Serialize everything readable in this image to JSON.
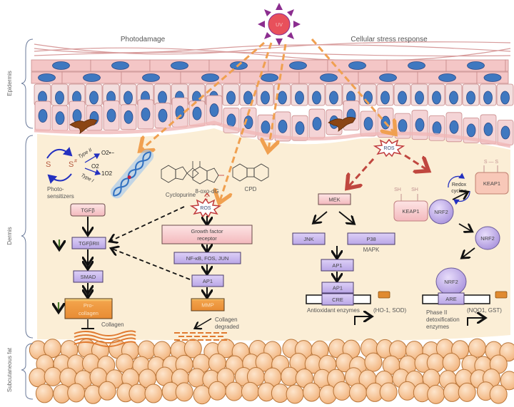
{
  "headers": {
    "left": "Photodamage",
    "right": "Cellular stress response"
  },
  "uv": {
    "label": "UV"
  },
  "layers": {
    "epidermis": "Epidermis",
    "dermis": "Dermis",
    "fat": "Subcutaneous fat"
  },
  "photodamage": {
    "s_label": "S",
    "s_star_label": "S",
    "s_star_mark": "#",
    "type2": "Type II",
    "type1": "Type I",
    "o2_mid": "O2",
    "superoxide": "O2•−",
    "singlet_oxygen": "1O2",
    "photosensitizers_1": "Photo-",
    "photosensitizers_2": "sensitizers",
    "lesions": [
      "Cyclopurine",
      "8-oxo-dG",
      "CPD"
    ],
    "ros": "ROS",
    "left_pathway": {
      "tgfb": "TGFβ",
      "tgfbrii": "TGFβRII",
      "smad": "SMAD",
      "procollagen_1": "Pro-",
      "procollagen_2": "collagen",
      "collagen": "Collagen"
    },
    "right_pathway": {
      "gfr_1": "Growth factor",
      "gfr_2": "receptor",
      "tf": "NF-κB, FOS, JUN",
      "ap1": "AP1",
      "mmp": "MMP",
      "degraded_1": "Collagen",
      "degraded_2": "degraded"
    }
  },
  "stress": {
    "ros": "ROS",
    "mek": "MEK",
    "jnk": "JNK",
    "p38": "P38",
    "mapk": "MAPK",
    "ap1_a": "AP1",
    "ap1_b": "AP1",
    "cre": "CRE",
    "antioxidant": "Antioxidant enzymes",
    "antioxidant_genes": "(HO-1, SOD)",
    "sh1": "SH",
    "sh2": "SH",
    "keap1_reduced": "KEAP1",
    "keap1_oxidized": "KEAP1",
    "disulfide": "S — S",
    "redox_1": "Redox",
    "redox_2": "cycling",
    "nrf2_a": "NRF2",
    "nrf2_b": "NRF2",
    "nrf2_c": "NRF2",
    "are": "ARE",
    "phase2_1": "Phase II",
    "phase2_2": "detoxification",
    "phase2_3": "enzymes",
    "phase2_genes": "(NQO1, GST)"
  },
  "colors": {
    "epidermis_cell": "#f4c6c6",
    "nucleus": "#3f78c0",
    "dermis": "#fbeed6",
    "fat_cell": "#f6c08f",
    "uv_sun": "#e8505b",
    "uv_rays": "#8b2d8f",
    "uv_arrow": "#f0a050",
    "ros_red": "#c0393b",
    "purple_box": "#c9b7ec",
    "pink_box": "#f6c9cc",
    "orange_box": "#f0a04b"
  }
}
